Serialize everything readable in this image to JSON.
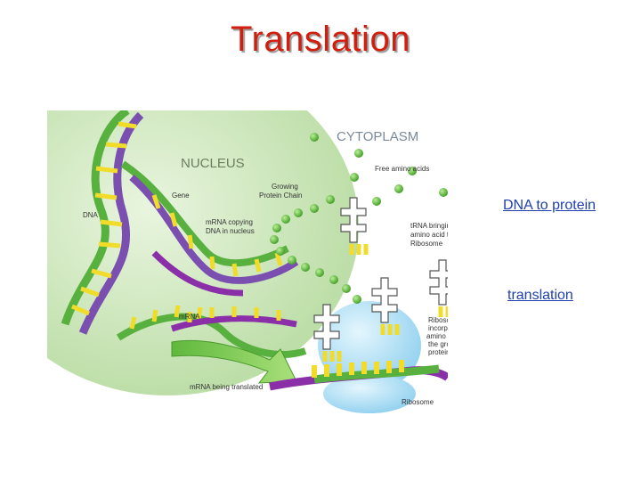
{
  "title": "Translation",
  "links": {
    "dna_to_protein": "DNA to protein",
    "translation": "translation"
  },
  "diagram": {
    "labels": {
      "cytoplasm": "CYTOPLASM",
      "nucleus": "NUCLEUS",
      "free_amino_acids": "Free amino acids",
      "growing_chain_1": "Growing",
      "growing_chain_2": "Protein Chain",
      "gene": "Gene",
      "dna": "DNA",
      "mrna_copying_1": "mRNA copying",
      "mrna_copying_2": "DNA in nucleus",
      "trna_1": "tRNA bringing",
      "trna_2": "amino acid to",
      "trna_3": "Ribosome",
      "mrna": "mRNA",
      "ribosome_inc_1": "Ribosome",
      "ribosome_inc_2": "incorporating",
      "ribosome_inc_3": "amino acids into",
      "ribosome_inc_4": "the growing",
      "ribosome_inc_5": "protein chain",
      "mrna_translated": "mRNA being translated",
      "ribosome": "Ribosome"
    },
    "colors": {
      "nucleus": "#cfe8bf",
      "amino_acid": "#6cc24a",
      "dna_purple": "#7b4fb0",
      "dna_green": "#58b13e",
      "base_yellow": "#f2dc2a",
      "ribosome": "#a9ddf5",
      "mrna_purple": "#8a2fa8",
      "title_red": "#d11e0f",
      "link_blue": "#1f3fae"
    }
  }
}
